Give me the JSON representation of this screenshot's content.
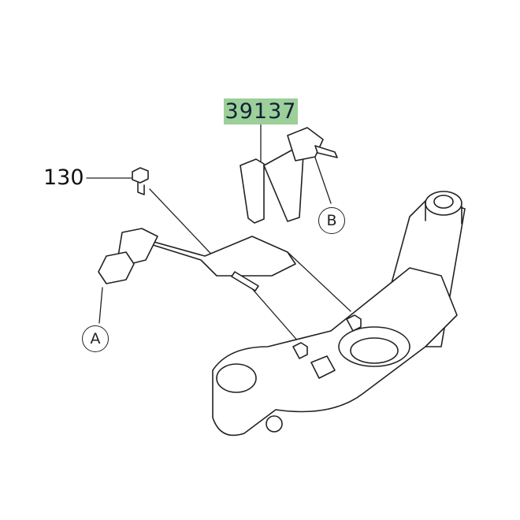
{
  "parts": {
    "main_part_number": "39137",
    "bolt_part_number": "130",
    "ref_a": "A",
    "ref_b": "B"
  },
  "colors": {
    "highlight": "#9ccf9a"
  }
}
